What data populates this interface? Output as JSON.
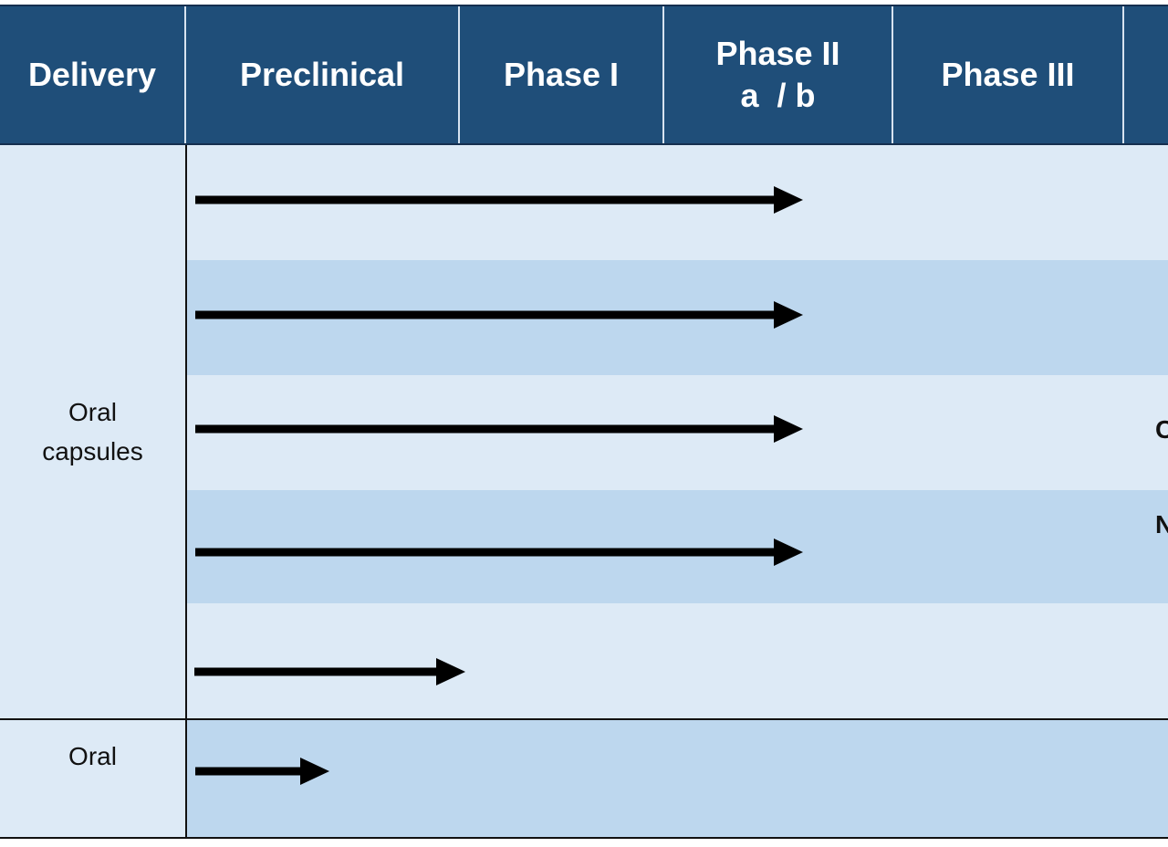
{
  "header": {
    "columns": [
      {
        "lines": [
          "Delivery"
        ]
      },
      {
        "lines": [
          "Preclinical"
        ]
      },
      {
        "lines": [
          "Phase I"
        ]
      },
      {
        "lines": [
          "Phase II",
          "a  / b"
        ]
      },
      {
        "lines": [
          "Phase III"
        ]
      },
      {
        "lines": []
      }
    ]
  },
  "colors": {
    "header_bg": "#1f4e79",
    "band_light": "#ddeaf6",
    "band_dark": "#bdd7ee",
    "arrow": "#000000"
  },
  "delivery_groups": [
    {
      "label_lines": [
        "Oral",
        "capsules"
      ]
    },
    {
      "label_lines": [
        "Oral"
      ]
    }
  ],
  "programs": [
    {
      "delivery": "Oral capsules",
      "stage_reached": "Phase II a / b",
      "cut_text": ""
    },
    {
      "delivery": "Oral capsules",
      "stage_reached": "Phase II a / b",
      "cut_text": ""
    },
    {
      "delivery": "Oral capsules",
      "stage_reached": "Phase II a / b",
      "cut_text": "C"
    },
    {
      "delivery": "Oral capsules",
      "stage_reached": "Phase II a / b",
      "cut_text": "N"
    },
    {
      "delivery": "Oral capsules",
      "stage_reached": "Phase I",
      "cut_text": ""
    },
    {
      "delivery": "Oral",
      "stage_reached": "Preclinical",
      "cut_text": ""
    }
  ]
}
